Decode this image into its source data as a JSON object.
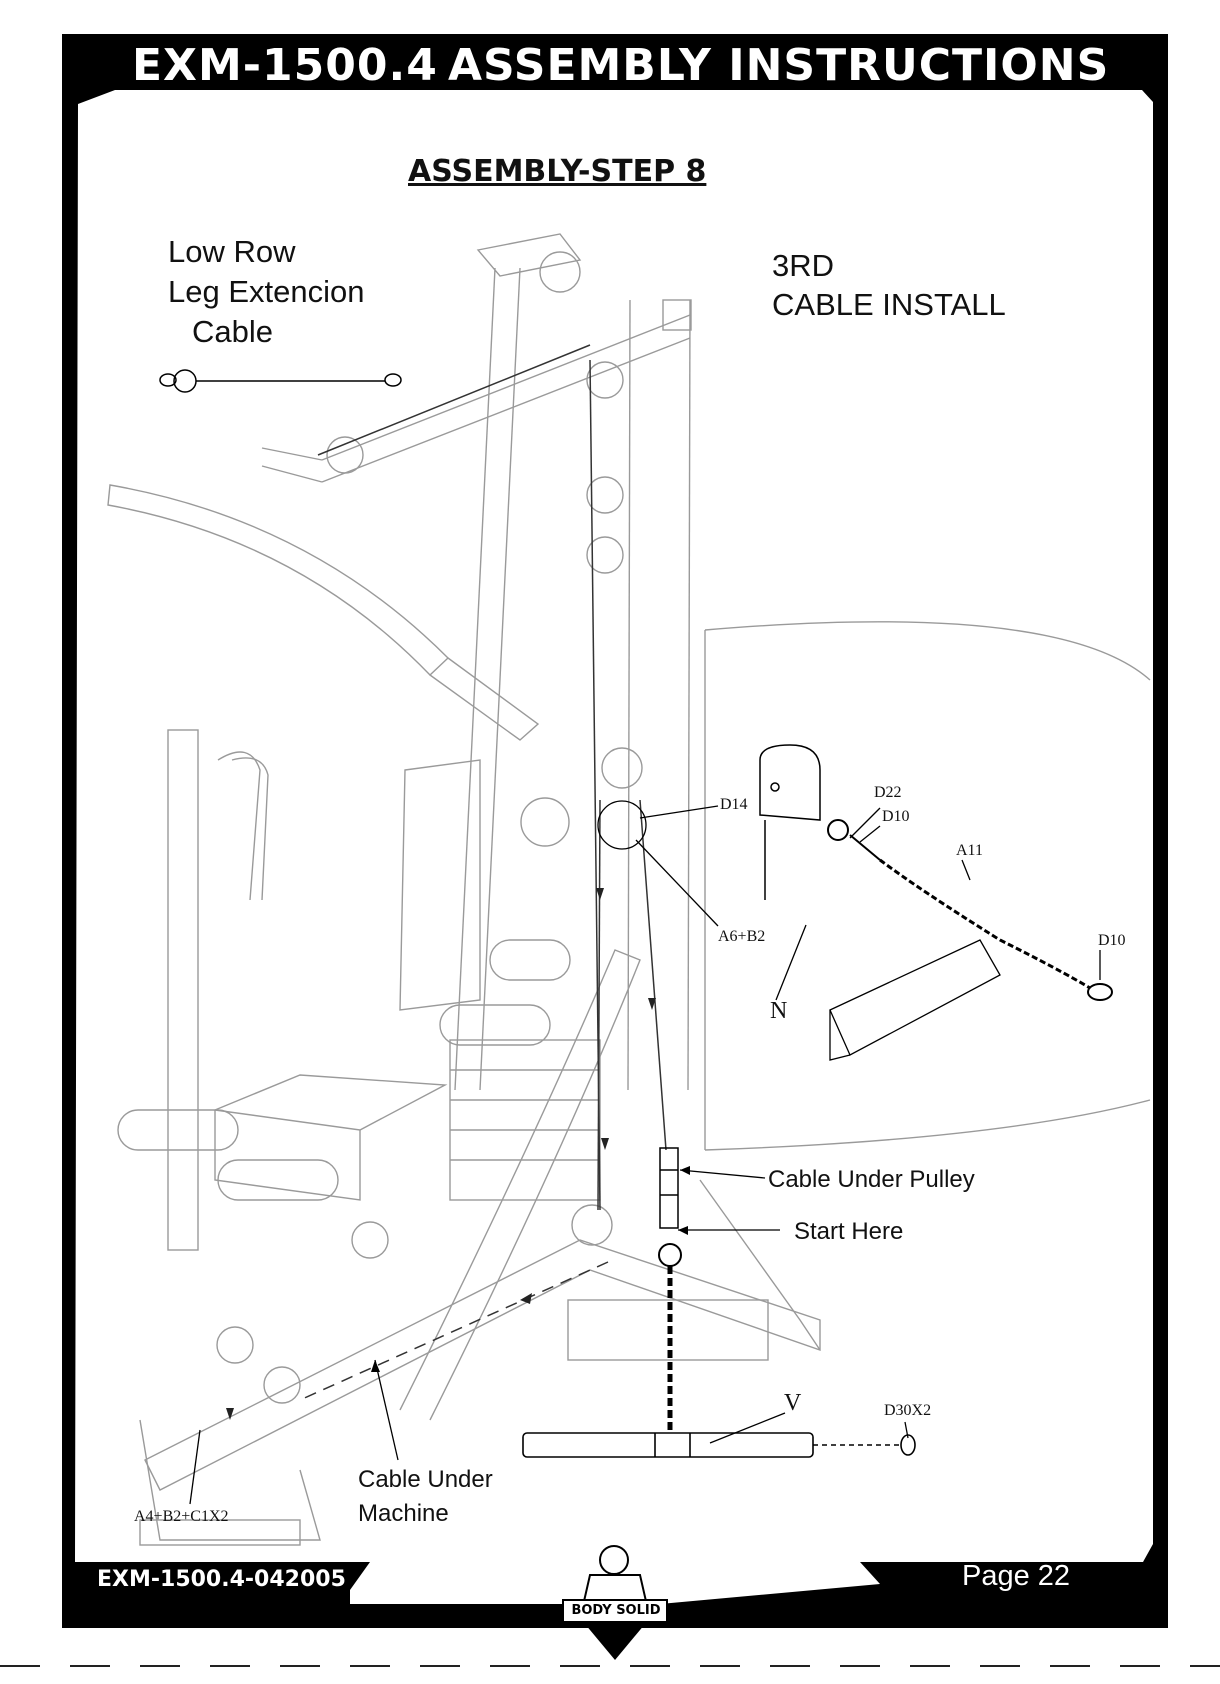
{
  "header": {
    "model": "EXM-1500.4",
    "title": "ASSEMBLY INSTRUCTIONS"
  },
  "step_title": "ASSEMBLY-STEP 8",
  "cable_caption": {
    "line1": "Low Row",
    "line2": "Leg Extencion",
    "line3": "Cable"
  },
  "install_caption": {
    "line1": "3RD",
    "line2": "CABLE INSTALL"
  },
  "part_labels": {
    "d14": "D14",
    "a6_b2": "A6+B2",
    "d22": "D22",
    "d10_top": "D10",
    "a11": "A11",
    "d10_end": "D10",
    "n": "N",
    "v": "V",
    "d30x2": "D30X2",
    "a4_b2_c1x2": "A4+B2+C1X2"
  },
  "callouts": {
    "cable_under_pulley": "Cable Under Pulley",
    "start_here": "Start Here",
    "cable_under_machine_1": "Cable Under",
    "cable_under_machine_2": "Machine"
  },
  "footer": {
    "code": "EXM-1500.4-042005",
    "brand": "BODY SOLID",
    "page": "Page 22"
  },
  "colors": {
    "frame": "#000000",
    "paper": "#ffffff",
    "drawing": "#9a9a9a"
  }
}
